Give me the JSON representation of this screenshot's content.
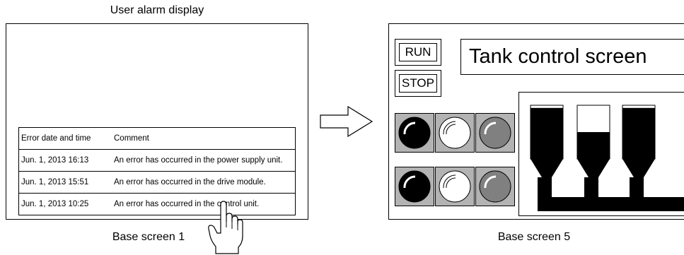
{
  "left_screen": {
    "top_caption": "User alarm display",
    "bottom_caption": "Base screen 1",
    "table": {
      "headers": [
        "Error date and time",
        "Comment"
      ],
      "rows": [
        {
          "datetime": "Jun. 1, 2013  16:13",
          "comment": "An error has occurred in the power supply unit."
        },
        {
          "datetime": "Jun. 1, 2013  15:51",
          "comment": "An error has occurred in the drive module."
        },
        {
          "datetime": "Jun. 1, 2013  10:25",
          "comment": "An error has occurred in the control unit."
        }
      ]
    }
  },
  "arrow_icon": "right-arrow-icon",
  "pointer_icon": "hand-pointer-icon",
  "right_screen": {
    "bottom_caption": "Base screen 5",
    "run_label": "RUN",
    "stop_label": "STOP",
    "title": "Tank control screen",
    "lamps": [
      {
        "state": "black",
        "color": "#000000"
      },
      {
        "state": "white",
        "color": "#ffffff"
      },
      {
        "state": "gray",
        "color": "#808080"
      },
      {
        "state": "black",
        "color": "#000000"
      },
      {
        "state": "white",
        "color": "#ffffff"
      },
      {
        "state": "gray",
        "color": "#808080"
      }
    ],
    "tanks": [
      {
        "level": 0.95
      },
      {
        "level": 0.5
      },
      {
        "level": 0.95
      }
    ]
  }
}
